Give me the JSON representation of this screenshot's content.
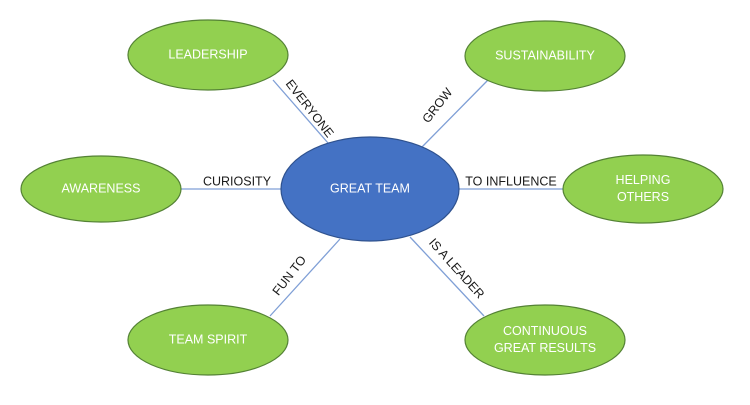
{
  "colors": {
    "center_fill": "#4472c4",
    "center_stroke": "#2f528f",
    "leaf_fill": "#92d050",
    "leaf_stroke": "#548235",
    "connector": "#7f9fd6"
  },
  "center": {
    "label": "GREAT TEAM"
  },
  "nodes": [
    {
      "id": "leadership",
      "lines": [
        "LEADERSHIP"
      ]
    },
    {
      "id": "sustainability",
      "lines": [
        "SUSTAINABILITY"
      ]
    },
    {
      "id": "awareness",
      "lines": [
        "AWARENESS"
      ]
    },
    {
      "id": "helping-others",
      "lines": [
        "HELPING",
        "OTHERS"
      ]
    },
    {
      "id": "team-spirit",
      "lines": [
        "TEAM SPIRIT"
      ]
    },
    {
      "id": "continuous-great-results",
      "lines": [
        "CONTINUOUS",
        "GREAT RESULTS"
      ]
    }
  ],
  "edges": [
    {
      "to": "leadership",
      "label": "EVERYONE"
    },
    {
      "to": "sustainability",
      "label": "GROW"
    },
    {
      "to": "awareness",
      "label": "CURIOSITY"
    },
    {
      "to": "helping-others",
      "label": "TO INFLUENCE"
    },
    {
      "to": "team-spirit",
      "label": "FUN TO"
    },
    {
      "to": "continuous-great-results",
      "label": "IS A LEADER"
    }
  ]
}
